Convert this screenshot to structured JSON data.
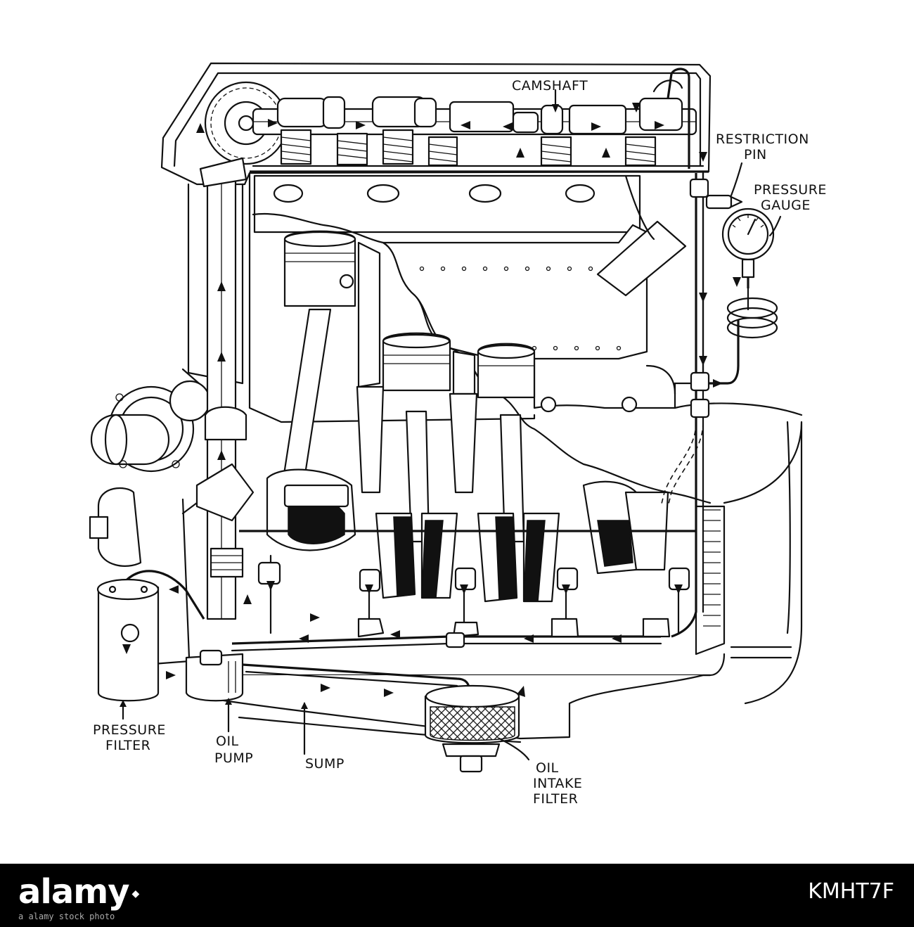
{
  "labels": {
    "camshaft": "CAMSHAFT",
    "restriction_pin": [
      "RESTRICTION",
      "PIN"
    ],
    "pressure_gauge": [
      "PRESSURE",
      "GAUGE"
    ],
    "pressure_filter": [
      "PRESSURE",
      "FILTER"
    ],
    "oil_pump": [
      "OIL",
      "PUMP"
    ],
    "sump": "SUMP",
    "oil_intake_filter": [
      "OIL",
      "INTAKE",
      "FILTER"
    ]
  },
  "footer": {
    "brand": "alamy",
    "image_id": "KMHT7F",
    "watermark": "a  alamy stock photo"
  },
  "colors": {
    "ink": "#111111",
    "paper": "#ffffff",
    "footer": "#000000"
  }
}
